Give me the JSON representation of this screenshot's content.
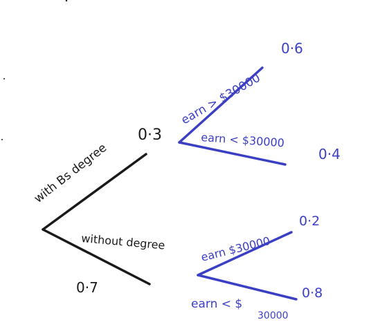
{
  "tree": {
    "root_branches": {
      "upper_label": "with Bs degree",
      "upper_prob": "0·3",
      "lower_label": "without degree",
      "lower_prob": "0·7"
    },
    "with_degree": {
      "high_label": "earn > $30000",
      "high_prob": "0·6",
      "low_label": "earn < $30000",
      "low_prob": "0·4"
    },
    "without_degree": {
      "high_label": "earn $30000",
      "high_prob": "0·2",
      "low_label": "earn < $",
      "low_label_suffix": "30000",
      "low_prob": "0·8"
    }
  },
  "colors": {
    "ink_black": "#1a1a1a",
    "ink_blue": "#3b3fc4"
  }
}
